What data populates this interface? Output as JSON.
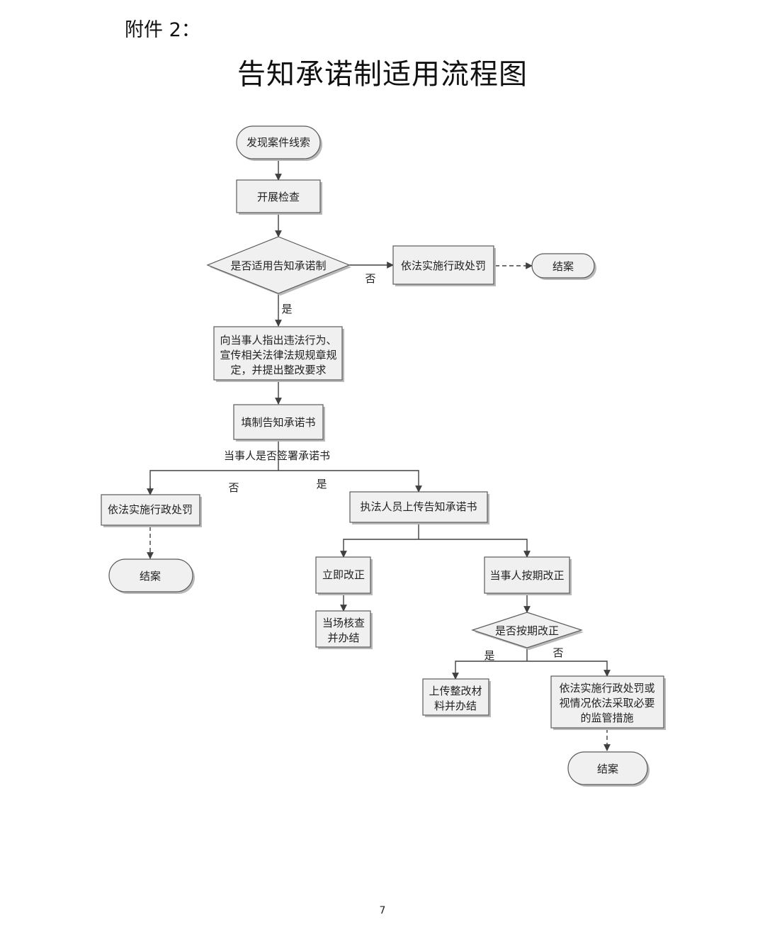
{
  "header": {
    "attachment": "附件 2：",
    "title": "告知承诺制适用流程图"
  },
  "page_number": "7",
  "flow": {
    "start": "发现案件线索",
    "inspect": "开展检查",
    "decision_apply": "是否适用告知承诺制",
    "label_no_1": "否",
    "penalty_1": "依法实施行政处罚",
    "close_1": "结案",
    "label_yes_1": "是",
    "inform_lines": [
      "向当事人指出违法行为、",
      "宣传相关法律法规规章规",
      "定，并提出整改要求"
    ],
    "fill_form": "填制告知承诺书",
    "question_sign": "当事人是否签署承诺书",
    "label_no_2": "否",
    "label_yes_2": "是",
    "penalty_2": "依法实施行政处罚",
    "close_2": "结案",
    "upload": "执法人员上传告知承诺书",
    "immediate": "立即改正",
    "onsite_lines": [
      "当场核查",
      "并办结"
    ],
    "scheduled": "当事人按期改正",
    "decision_schedule": "是否按期改正",
    "label_yes_3": "是",
    "label_no_3": "否",
    "upload_material_lines": [
      "上传整改材",
      "料并办结"
    ],
    "penalty_3_lines": [
      "依法实施行政处罚或",
      "视情况依法采取必要",
      "的监管措施"
    ],
    "close_3": "结案"
  }
}
